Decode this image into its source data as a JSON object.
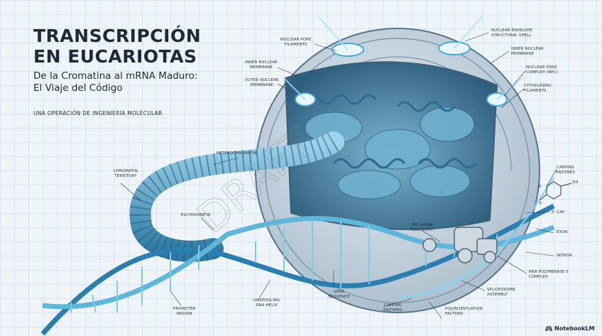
{
  "header": {
    "title_line1": "TRANSCRIPCIÓN",
    "title_line2": "EN EUCARIOTAS",
    "subtitle_line1": "De la Cromatina al mRNA Maduro:",
    "subtitle_line2": "El Viaje del Código",
    "tagline": "UNA OPERACIÓN DE INGENIERÍA MOLECULAR"
  },
  "labels": {
    "nuclear_pore_filaments": [
      "NUCLEAR PORE",
      "FILAMENTS"
    ],
    "inner_nuclear_membrane_left": [
      "INNER NUCLEAR",
      "MEMBRANE"
    ],
    "outer_nuclear_membrane": [
      "OUTER NUCLEAR",
      "MEMBRANE"
    ],
    "nuclear_envelope": [
      "NUCLEAR ENVELOPE",
      "STRUCTURAL SHELL"
    ],
    "inner_nuclear_membrane_right": [
      "INNER NUCLEAR",
      "MEMBRANE"
    ],
    "nuclear_pore_complex": [
      "NUCLEAR PORE",
      "COMPLEX (NPC)"
    ],
    "cytoplasmic_filaments": [
      "CYTOPLASMIC",
      "FILAMENTS"
    ],
    "heterochromatin": [
      "HETEROCHROMATIN"
    ],
    "chromatin_territory": [
      "CHROMATIN",
      "TERRITORY"
    ],
    "euchromatin": [
      "EUCHROMATIN"
    ],
    "capping_enzymes_top": [
      "CAPPING",
      "ENZYMES"
    ],
    "five_cap": [
      "5' CAP"
    ],
    "pre_mrna": [
      "PRE-mRNA",
      "TRANSCRIPT"
    ],
    "exon": [
      "EXON"
    ],
    "intron": [
      "INTRON"
    ],
    "rna_polymerase": [
      "RNA POLYMERASE II",
      "COMPLEX"
    ],
    "spliceosome": [
      "SPLICEOSOME",
      "ASSEMBLY"
    ],
    "polyadenylation": [
      "POLYADENYLATION",
      "FACTORS"
    ],
    "gene_sequence": [
      "GENE",
      "SEQUENCE"
    ],
    "capping_enzymes_bottom": [
      "CAPPING",
      "ENZYMES"
    ],
    "unspooling": [
      "UNSPOOLING",
      "DNA HELIX"
    ],
    "promoter": [
      "PROMOTER",
      "REGION"
    ]
  },
  "chem": {
    "oh": "OH",
    "n": "N",
    "p": "P"
  },
  "brand": {
    "name": "NotebookLM"
  },
  "colors": {
    "ink": "#1d2b38",
    "dna_blue": "#3d8fb8",
    "glow": "#7fd6f2",
    "shell": "#c7d5e0"
  }
}
